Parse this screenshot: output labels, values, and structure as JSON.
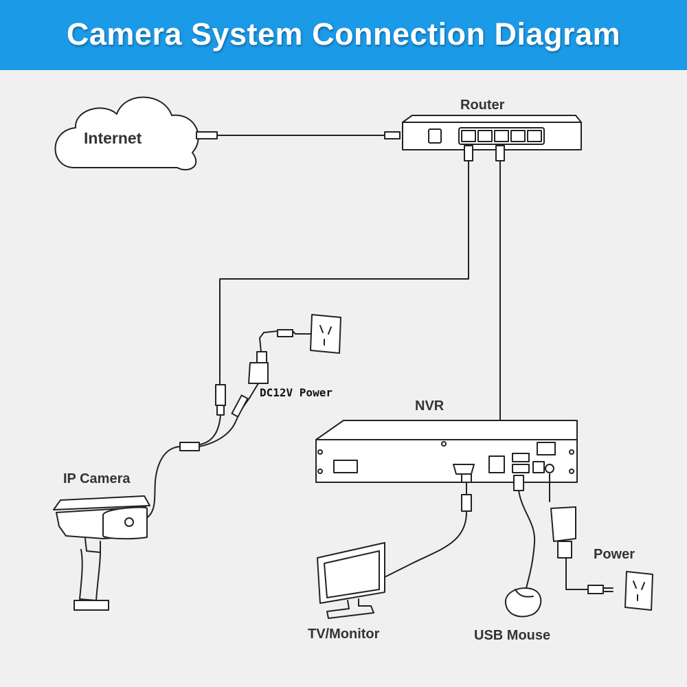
{
  "title": "Camera System Connection Diagram",
  "nodes": {
    "internet": "Internet",
    "router": "Router",
    "ip_camera": "IP Camera",
    "dc12v_power": "DC12V Power",
    "nvr": "NVR",
    "tv_monitor": "TV/Monitor",
    "usb_mouse": "USB Mouse",
    "power": "Power"
  },
  "colors": {
    "banner": "#1b9ae8",
    "title_text": "#ffffff",
    "background": "#f0f0f0",
    "line_art": "#222222"
  },
  "icons": [
    "cloud-icon",
    "router-icon",
    "nvr-icon",
    "ip-camera-icon",
    "power-adapter-icon",
    "wall-outlet-icon",
    "monitor-icon",
    "mouse-icon"
  ]
}
